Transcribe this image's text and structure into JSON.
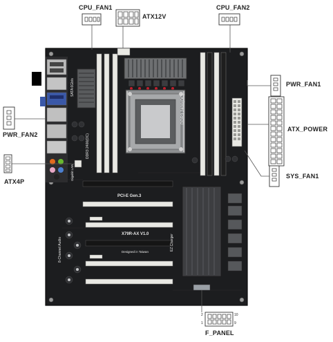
{
  "labels": {
    "cpu_fan1": "CPU_FAN1",
    "atx12v": "ATX12V",
    "cpu_fan2": "CPU_FAN2",
    "pwr_fan1": "PWR_FAN1",
    "atx_power": "ATX_POWER",
    "pwr_fan2": "PWR_FAN2",
    "atx4p": "ATX4P",
    "sys_fan1": "SYS_FAN1",
    "f_panel": "F_PANEL"
  },
  "f_panel_pins": {
    "top_left": "2",
    "top_right": "10",
    "bottom_left": "1",
    "bottom_right": "9"
  },
  "board_text": {
    "ddr3": "DDR3 2400(OC)",
    "ddr3_left": "DDR3 2400(OC)",
    "pcie": "PCI-E Gen.3",
    "model": "X79R-AX V1.0",
    "designed": "Designed in Taiwan",
    "ez": "EZ Charger",
    "audio": "8-Channel Audio",
    "sata": "SATA 6Gb/s",
    "lan": "Gigabit LAN"
  },
  "colors": {
    "pcb": "#1c1d1f",
    "slot_white": "#e9e9e4",
    "silver": "#b9bbbd",
    "line": "#555555",
    "label": "#222222"
  }
}
